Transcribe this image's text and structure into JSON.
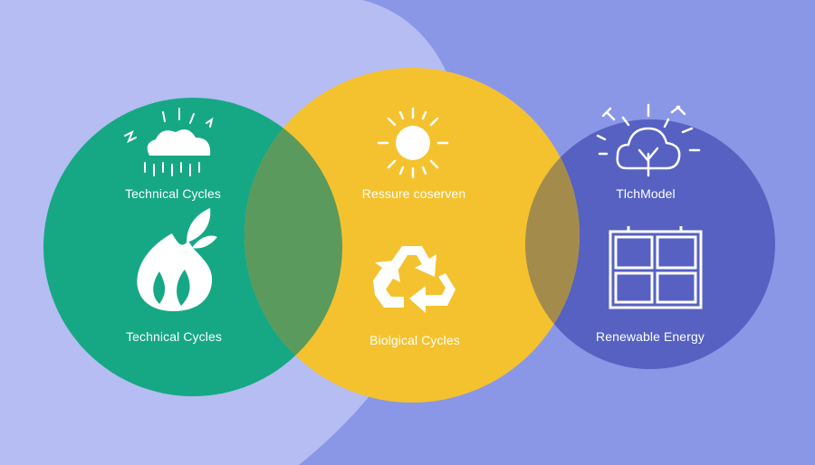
{
  "circles": [
    {
      "color": "#16A884",
      "top_icon": "cloud-rain-icon",
      "top_label": "Technical Cycles",
      "main_icon": "leaf-flame-icon",
      "bottom_label": "Technical Cycles"
    },
    {
      "color": "#F4C22E",
      "top_icon": "sun-icon",
      "top_label": "Ressure coserven",
      "main_icon": "recycle-icon",
      "bottom_label": "Biolgical Cycles"
    },
    {
      "color": "#5661C2",
      "top_icon": "cloud-tree-icon",
      "top_label": "TlchModel",
      "main_icon": "solar-panel-icon",
      "bottom_label": "Renewable Energy"
    }
  ],
  "colors": {
    "background_light": "#B5BDF2",
    "background_dark": "#8A97E6",
    "overlap_green_yellow": "#5A9A5C",
    "overlap_yellow_blue": "#A38B4C",
    "icon": "#FFFFFF"
  }
}
